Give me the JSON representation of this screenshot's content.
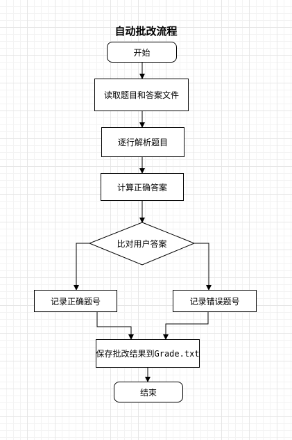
{
  "diagram": {
    "title": "自动批改流程",
    "nodes": {
      "start": "开始",
      "read": "读取题目和答案文件",
      "parse": "逐行解析题目",
      "compute": "计算正确答案",
      "compare": "比对用户答案",
      "record_correct": "记录正确题号",
      "record_wrong": "记录错误题号",
      "save_prefix": "保存批改结果到",
      "save_file": "Grade.txt",
      "end": "结束"
    },
    "colors": {
      "line": "#000000",
      "fill": "#ffffff",
      "grid": "#e6e6e6"
    }
  }
}
